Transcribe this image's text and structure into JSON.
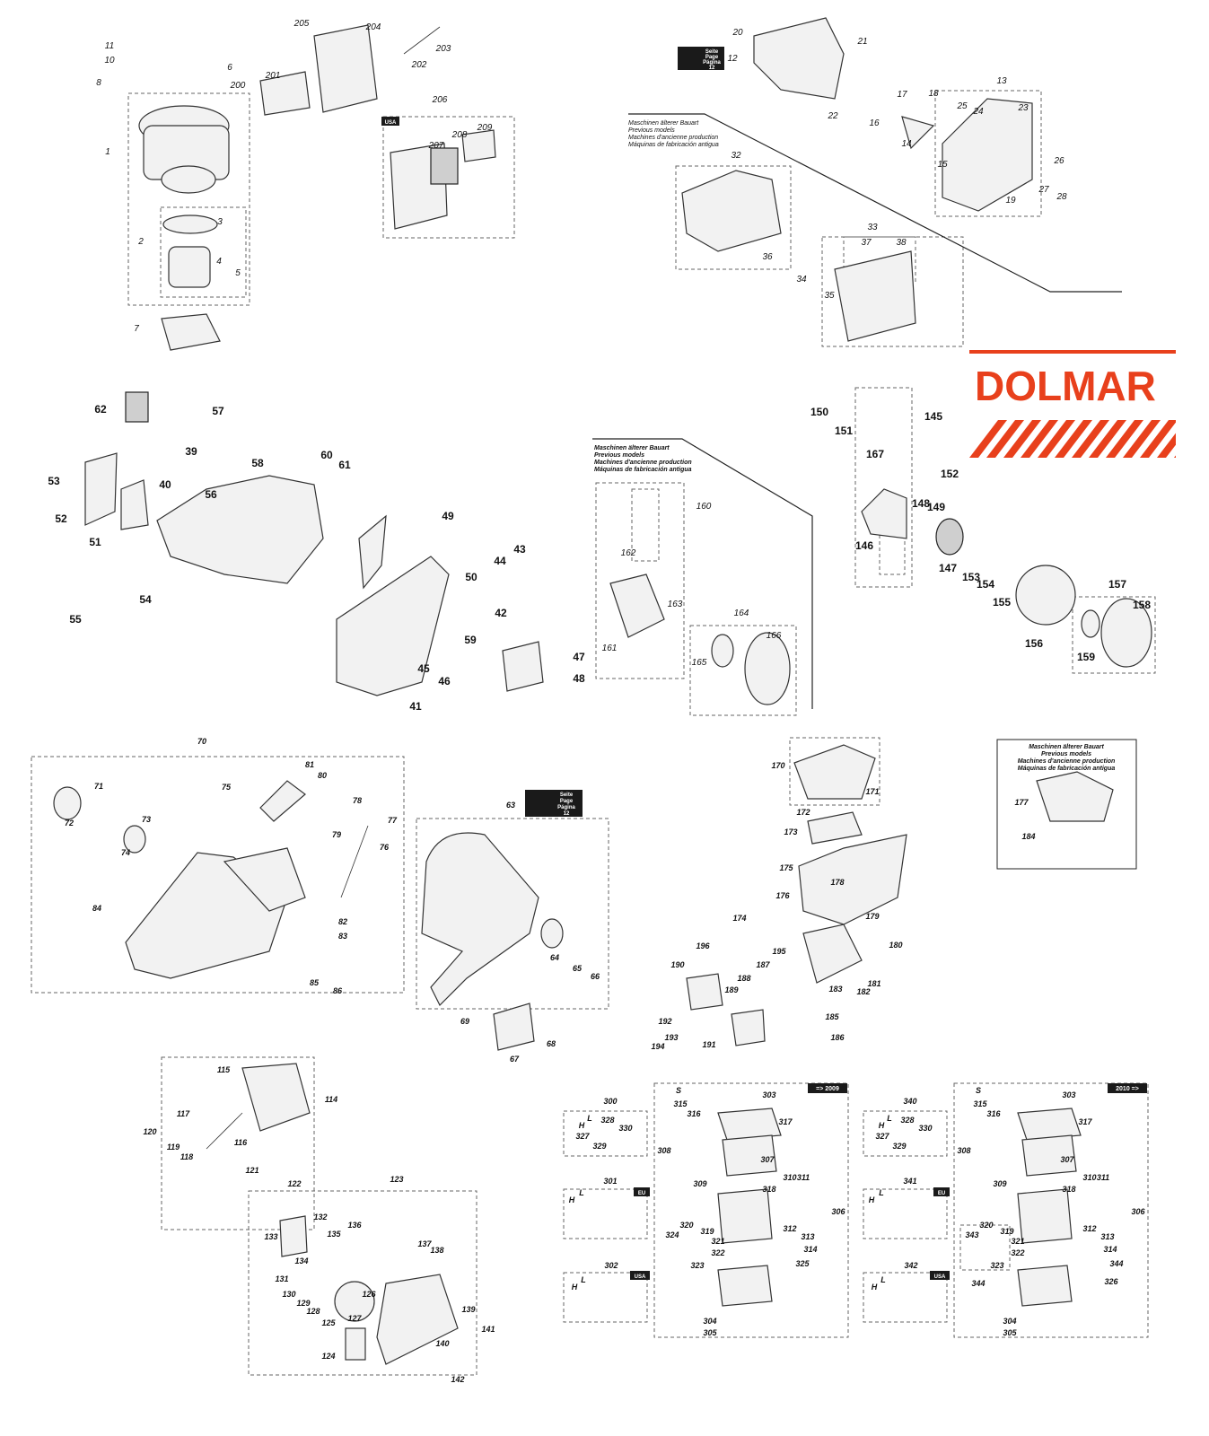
{
  "brand": {
    "logo_text": "DOLMAR",
    "color": "#e8401c"
  },
  "notes": {
    "previous_models": [
      "Maschinen älterer Bauart",
      "Previous models",
      "Machines d'ancienne production",
      "Máquinas de fabricación antigua"
    ]
  },
  "badges": {
    "page_ref": [
      "Seite",
      "Page",
      "Página",
      "12"
    ],
    "usa": "USA",
    "eu": "EU",
    "until_2009": "=> 2009",
    "from_2010": "2010 =>"
  },
  "groups": {
    "cylinder": {
      "parts": [
        "11",
        "10",
        "8",
        "6",
        "1",
        "2",
        "3",
        "4",
        "5",
        "7",
        "205",
        "204",
        "203",
        "202",
        "201",
        "200",
        "206",
        "209",
        "208",
        "207"
      ]
    },
    "crankcase": {
      "parts": [
        "20",
        "21",
        "12",
        "22",
        "16",
        "17",
        "18",
        "13",
        "25",
        "24",
        "23",
        "14",
        "15",
        "26",
        "27",
        "28",
        "19",
        "32",
        "36",
        "34",
        "35",
        "33",
        "37",
        "38"
      ]
    },
    "housing": {
      "parts": [
        "62",
        "57",
        "58",
        "39",
        "53",
        "60",
        "61",
        "40",
        "56",
        "52",
        "51",
        "49",
        "43",
        "44",
        "50",
        "42",
        "54",
        "55",
        "59",
        "47",
        "48",
        "45",
        "46",
        "41"
      ]
    },
    "oil_pump_old": {
      "parts": [
        "160",
        "162",
        "163",
        "161",
        "165",
        "164",
        "166"
      ]
    },
    "clutch": {
      "parts": [
        "150",
        "151",
        "145",
        "167",
        "152",
        "148",
        "149",
        "146",
        "147",
        "153",
        "154",
        "155",
        "157",
        "158",
        "156",
        "159"
      ]
    },
    "rear_handle": {
      "parts": [
        "70",
        "81",
        "80",
        "71",
        "75",
        "78",
        "77",
        "73",
        "72",
        "79",
        "74",
        "76",
        "84",
        "82",
        "83",
        "85",
        "86"
      ]
    },
    "front_handle": {
      "parts": [
        "63",
        "64",
        "65",
        "66",
        "69",
        "68",
        "67"
      ]
    },
    "air_filter": {
      "parts": [
        "170",
        "171",
        "172",
        "173",
        "175",
        "178",
        "176",
        "179",
        "174",
        "180",
        "196",
        "195",
        "187",
        "190",
        "188",
        "189",
        "181",
        "183",
        "182",
        "185",
        "192",
        "193",
        "186",
        "194",
        "191"
      ]
    },
    "air_filter_old": {
      "parts": [
        "177",
        "184"
      ]
    },
    "chain_brake": {
      "parts": [
        "115",
        "114",
        "117",
        "120",
        "116",
        "119",
        "118",
        "121",
        "122",
        "123",
        "132",
        "136",
        "133",
        "135",
        "137",
        "138",
        "134",
        "131",
        "130",
        "129",
        "128",
        "126",
        "127",
        "125",
        "139",
        "141",
        "140",
        "124",
        "142"
      ]
    },
    "carb_2009": {
      "parts": [
        "300",
        "328",
        "330",
        "327",
        "329",
        "H",
        "L",
        "301",
        "H",
        "L",
        "302",
        "H",
        "L",
        "S",
        "315",
        "316",
        "303",
        "317",
        "308",
        "307",
        "310",
        "311",
        "309",
        "318",
        "306",
        "320",
        "319",
        "312",
        "313",
        "324",
        "321",
        "314",
        "322",
        "323",
        "325",
        "304",
        "305"
      ]
    },
    "carb_2010": {
      "parts": [
        "340",
        "328",
        "330",
        "327",
        "329",
        "H",
        "L",
        "341",
        "H",
        "L",
        "342",
        "H",
        "L",
        "S",
        "315",
        "316",
        "303",
        "317",
        "308",
        "307",
        "310",
        "311",
        "309",
        "318",
        "306",
        "320",
        "319",
        "312",
        "313",
        "343",
        "321",
        "314",
        "322",
        "323",
        "344",
        "344",
        "326",
        "304",
        "305"
      ]
    }
  }
}
